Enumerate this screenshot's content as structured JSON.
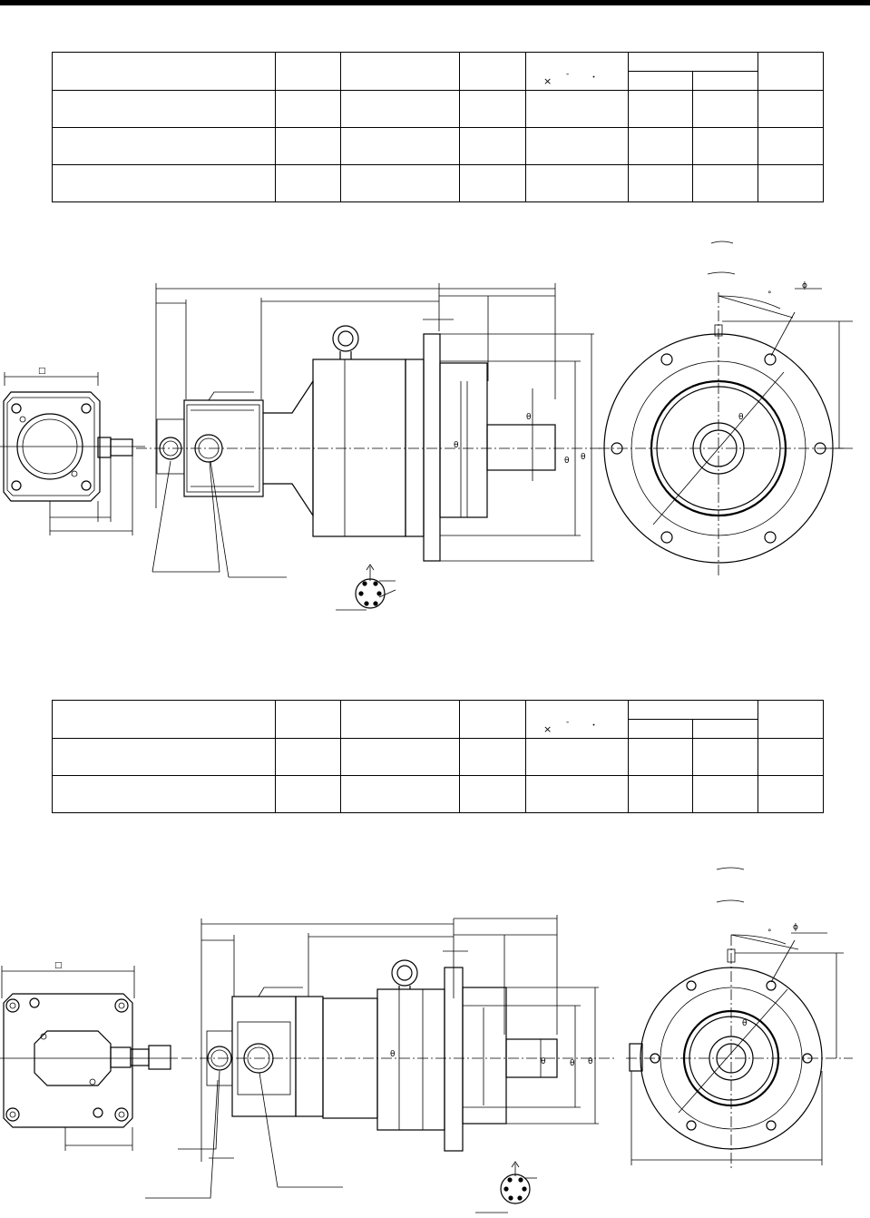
{
  "page": {
    "title": ""
  },
  "table1": {
    "times_glyph": "×",
    "dash_glyph": "-",
    "dot_glyph": "・"
  },
  "table2": {
    "times_glyph": "×",
    "dash_glyph": "-",
    "dot_glyph": "・"
  },
  "drawing1": {
    "square_glyph": "□",
    "phi_glyph": "ϕ",
    "degree_glyph": "°",
    "theta_glyph": "θ"
  },
  "drawing2": {
    "square_glyph": "□",
    "phi_glyph": "ϕ",
    "degree_glyph": "°",
    "theta_glyph": "θ"
  }
}
